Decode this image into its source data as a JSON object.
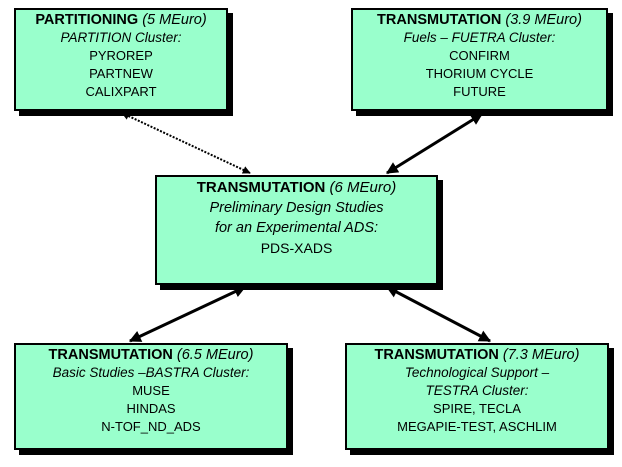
{
  "colors": {
    "box_fill": "#99ffcc",
    "border": "#000000",
    "shadow": "#000000",
    "arrow": "#000000"
  },
  "boxes": {
    "partitioning": {
      "title": "PARTITIONING",
      "amount": "(5 MEuro)",
      "subtitle": "PARTITION Cluster:",
      "items": [
        "PYROREP",
        "PARTNEW",
        "CALIXPART"
      ]
    },
    "fuels": {
      "title": "TRANSMUTATION",
      "amount": "(3.9 MEuro)",
      "subtitle": "Fuels – FUETRA Cluster:",
      "items": [
        "CONFIRM",
        "THORIUM CYCLE",
        "FUTURE"
      ]
    },
    "center": {
      "title": "TRANSMUTATION",
      "amount": "(6 MEuro)",
      "subtitle_lines": [
        "Preliminary Design Studies",
        "for an Experimental ADS:"
      ],
      "items": [
        "PDS-XADS"
      ]
    },
    "basic": {
      "title": "TRANSMUTATION",
      "amount": "(6.5 MEuro)",
      "subtitle": "Basic Studies –BASTRA Cluster:",
      "items": [
        "MUSE",
        "HINDAS",
        "N-TOF_ND_ADS"
      ]
    },
    "tech": {
      "title": "TRANSMUTATION",
      "amount": "(7.3 MEuro)",
      "subtitle_lines": [
        "Technological Support –",
        "TESTRA Cluster:"
      ],
      "items": [
        "SPIRE, TECLA",
        "MEGAPIE-TEST, ASCHLIM"
      ]
    }
  }
}
